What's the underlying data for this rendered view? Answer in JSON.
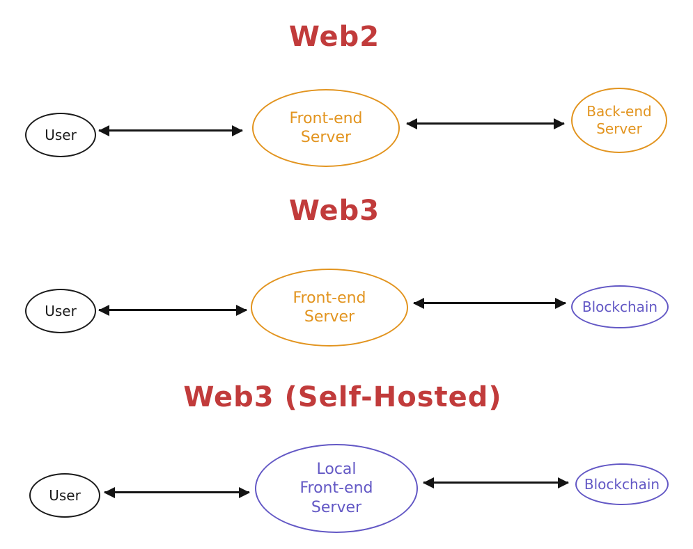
{
  "colors": {
    "title_red": "#c13b3b",
    "server_orange": "#e2941f",
    "blockchain_purple": "#6358c5",
    "node_black": "#1b1b1b",
    "arrow_black": "#141414"
  },
  "sections": [
    {
      "title": "Web2",
      "nodes": [
        {
          "label": "User"
        },
        {
          "label": "Front-end Server"
        },
        {
          "label": "Back-end Server"
        }
      ]
    },
    {
      "title": "Web3",
      "nodes": [
        {
          "label": "User"
        },
        {
          "label": "Front-end Server"
        },
        {
          "label": "Blockchain"
        }
      ]
    },
    {
      "title": "Web3 (Self-Hosted)",
      "nodes": [
        {
          "label": "User"
        },
        {
          "label": "Local Front-end Server"
        },
        {
          "label": "Blockchain"
        }
      ]
    }
  ]
}
